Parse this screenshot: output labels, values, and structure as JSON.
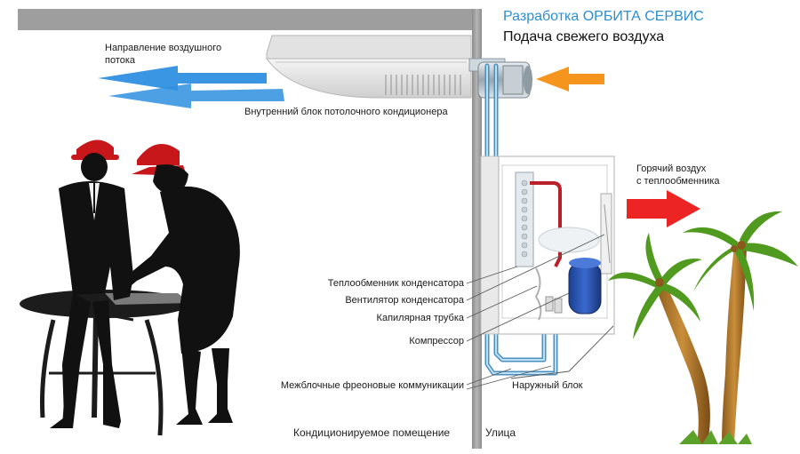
{
  "header": {
    "brand": "Разработка ОРБИТА СЕРВИС",
    "fresh_air": "Подача свежего воздуха"
  },
  "labels": {
    "airflow_line1": "Направление воздушного",
    "airflow_line2": "потока",
    "indoor_unit": "Внутренний блок потолочного кондиционера",
    "hot_air_line1": "Горячий воздух",
    "hot_air_line2": "с теплообменника",
    "condenser_hx": "Теплообменник конденсатора",
    "condenser_fan": "Вентилятор конденсатора",
    "capillary": "Капилярная трубка",
    "compressor": "Компрессор",
    "interunit_lines": "Межблочные фреоновые коммуникации",
    "outdoor_unit": "Наружный блок",
    "room": "Кондиционируемое помещение",
    "street": "Улица"
  },
  "colors": {
    "airflow_blue": "#2f8fe0",
    "fresh_air_orange": "#f5951e",
    "hot_air_red": "#ec2424",
    "helmet_red": "#c8171b",
    "pipe_blue": "#4a90c0",
    "pipe_red": "#b8202a",
    "wall_gray": "#9a9a9a",
    "palm_green": "#4f9a1f"
  }
}
